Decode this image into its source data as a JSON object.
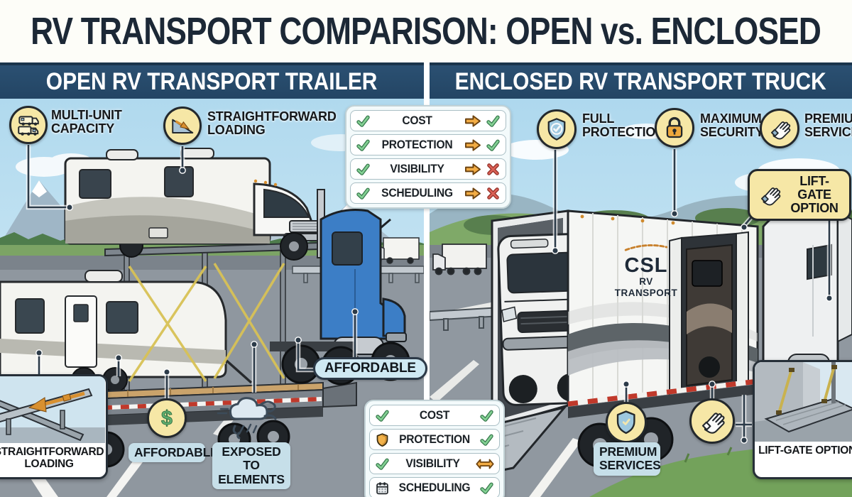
{
  "title": "RV TRANSPORT COMPARISON: OPEN vs. ENCLOSED",
  "left_panel": {
    "header": "OPEN RV TRANSPORT TRAILER",
    "features": [
      {
        "icon": "multi-unit-icon",
        "label": "MULTI-UNIT CAPACITY"
      },
      {
        "icon": "loading-ramp-icon",
        "label": "STRAIGHTFORWARD LOADING"
      }
    ],
    "affordable_tag": "AFFORDABLE",
    "affordable_label": "AFFORDABLE",
    "exposed_label": "EXPOSED TO ELEMENTS",
    "inset_caption": "STRAIGHTFORWARD LOADING",
    "icons": [
      "dollar-icon",
      "weather-exposure-icon"
    ]
  },
  "right_panel": {
    "header": "ENCLOSED RV TRANSPORT TRUCK",
    "features": [
      {
        "icon": "shield-check-icon",
        "label": "FULL PROTECTION"
      },
      {
        "icon": "padlock-icon",
        "label": "MAXIMUM SECURITY"
      },
      {
        "icon": "glove-icon",
        "label": "PREMIUM SERVICES"
      }
    ],
    "liftgate_badge": "LIFT-GATE OPTION",
    "premium_label": "PREMIUM SERVICES",
    "inset_caption": "LIFT-GATE OPTION",
    "trailer_logo_line1": "CSL",
    "trailer_logo_line2": "RV TRANSPORT",
    "icons": [
      "shield-check-icon",
      "glove-icon"
    ]
  },
  "comparison_top": {
    "rows": [
      {
        "label": "COST",
        "left_icon": "check",
        "mid_icon": "arrow-right",
        "right_icon": "check"
      },
      {
        "label": "PROTECTION",
        "left_icon": "check",
        "mid_icon": "arrow-right",
        "right_icon": "check"
      },
      {
        "label": "VISIBILITY",
        "left_icon": "check",
        "mid_icon": "arrow-right",
        "right_icon": "cross"
      },
      {
        "label": "SCHEDULING",
        "left_icon": "check",
        "mid_icon": "arrow-right",
        "right_icon": "cross"
      }
    ]
  },
  "comparison_bottom": {
    "rows": [
      {
        "label": "COST",
        "left_icon": "check",
        "right_icon": "check"
      },
      {
        "label": "PROTECTION",
        "left_icon": "shield",
        "right_icon": "check"
      },
      {
        "label": "VISIBILITY",
        "left_icon": "check",
        "right_icon": "arrow-both"
      },
      {
        "label": "SCHEDULING",
        "left_icon": "calendar",
        "right_icon": "check"
      }
    ]
  },
  "colors": {
    "header_bar": "#26486b",
    "title_text": "#1c2836",
    "badge_yellow": "#f6e7a6",
    "label_blue": "#c6dfe9",
    "check_green": "#5fae6f",
    "cross_red": "#cd5246",
    "arrow_orange": "#f2ac44",
    "truck_blue": "#3c7ec6",
    "logo_orange": "#c8812d"
  }
}
